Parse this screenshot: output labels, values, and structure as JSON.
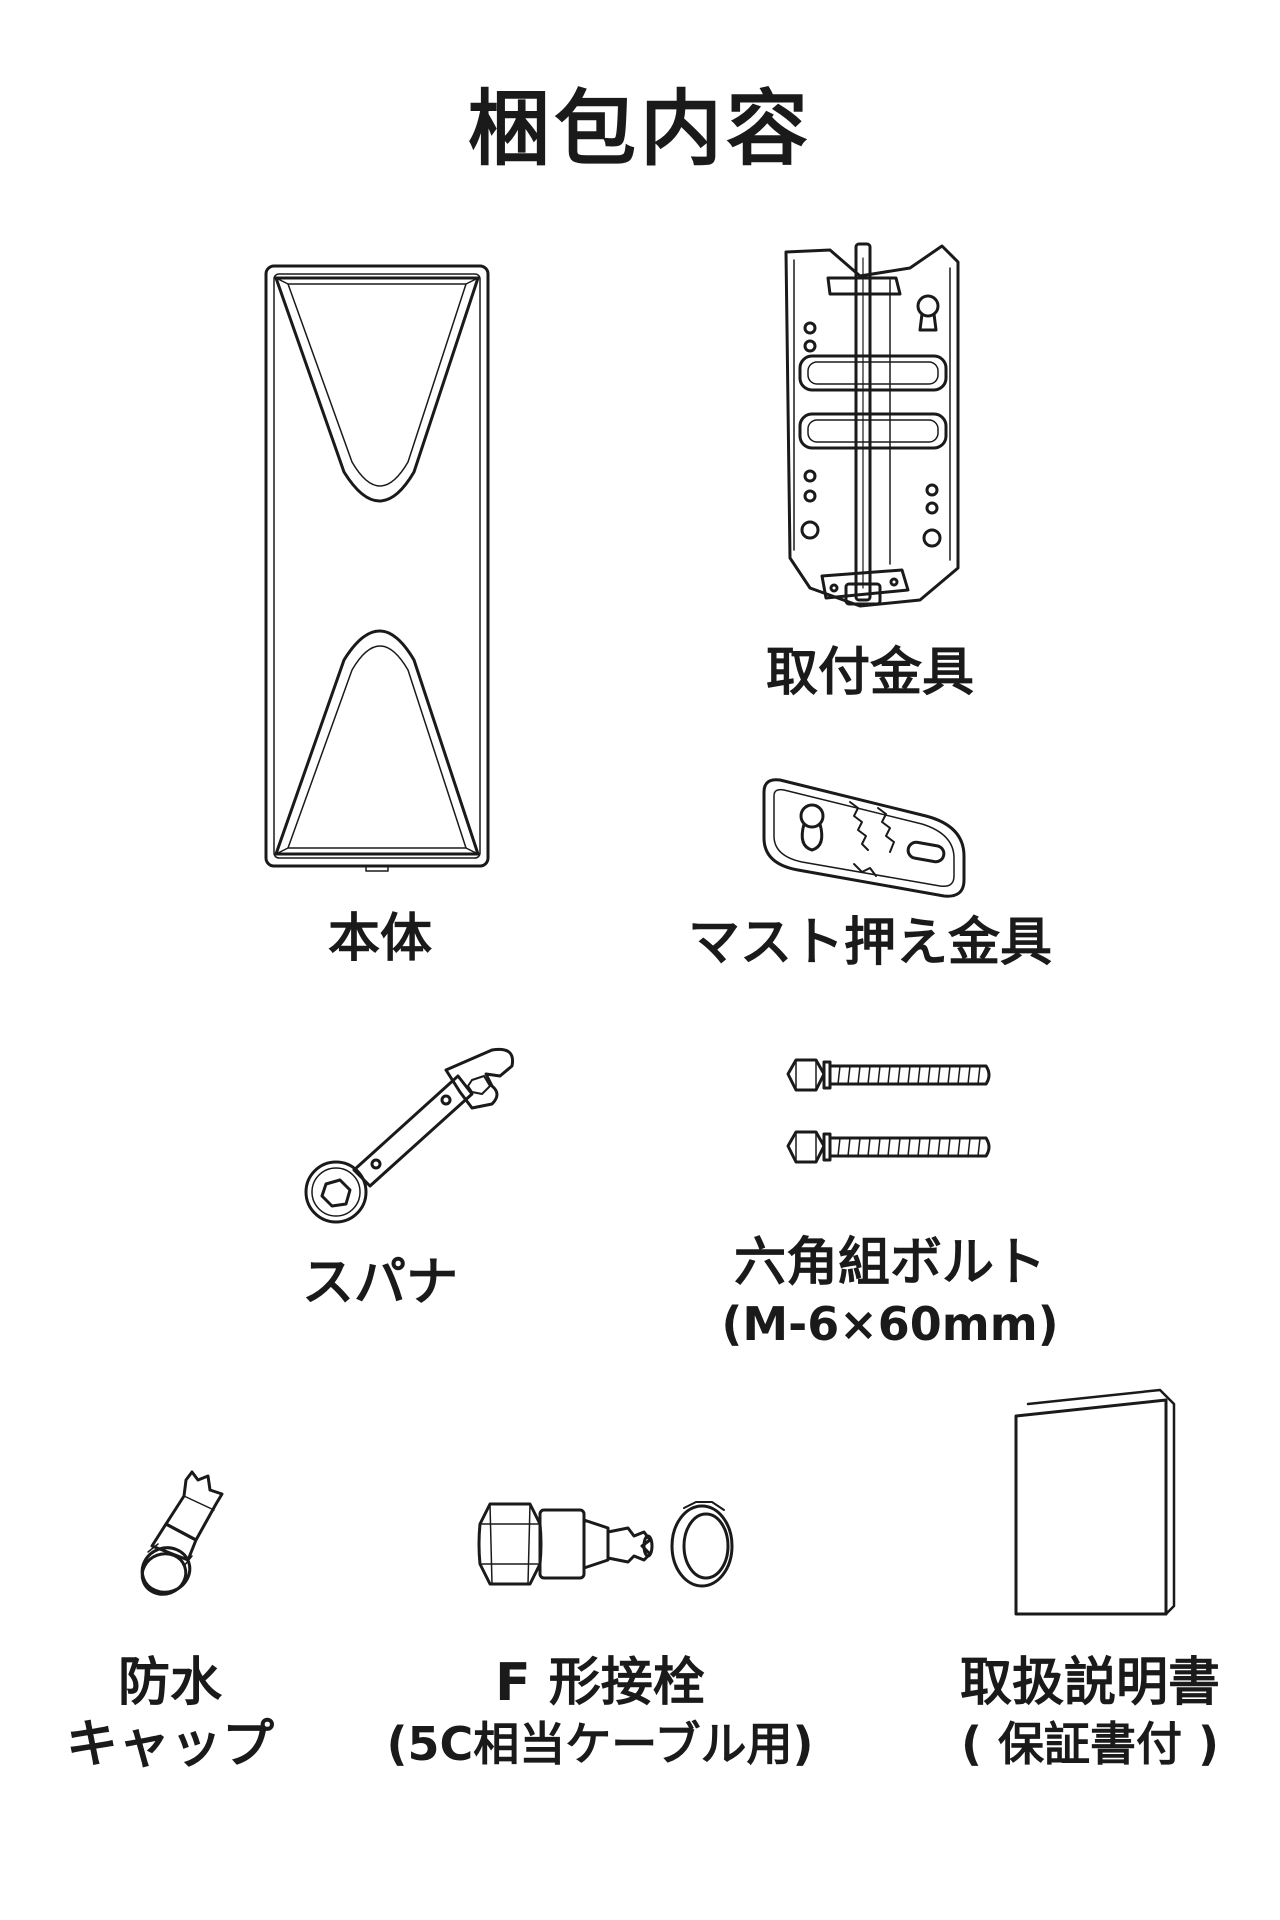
{
  "title": "梱包内容",
  "items": {
    "main_unit": {
      "label": "本体"
    },
    "bracket": {
      "label": "取付金具"
    },
    "mast_clamp": {
      "label": "マスト押え金具"
    },
    "spanner": {
      "label": "スパナ"
    },
    "hex_bolt": {
      "label": "六角組ボルト",
      "spec": "(M-6×60mm)"
    },
    "waterproof_cap": {
      "label_line1": "防水",
      "label_line2": "キャップ"
    },
    "f_connector": {
      "label": "F 形接栓",
      "spec": "(5C相当ケーブル用)"
    },
    "manual": {
      "label": "取扱説明書",
      "spec": "( 保証書付 )"
    }
  }
}
